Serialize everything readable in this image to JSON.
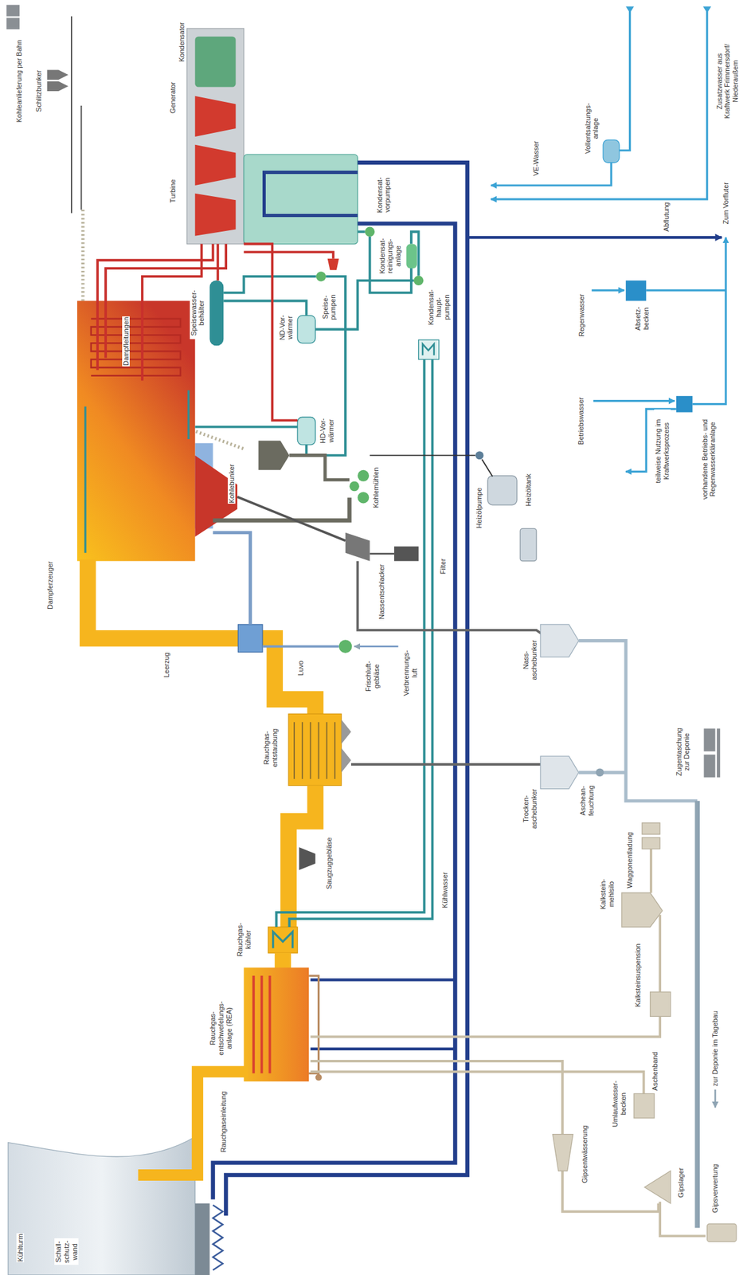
{
  "diagram": {
    "labels": [
      "Kohleanlieferung per Bahn",
      "Schlitzbunker",
      "Generator",
      "Kondensator",
      "Turbine",
      "Dampfleitungen",
      "Speisewasser-behälter",
      "Kohlebunker",
      "ND-Vor-wärmer",
      "HD-Vor-wärmer",
      "Speise-pumpen",
      "Kondensat-reinigungs-anlage",
      "Kondensat-vorpumpen",
      "Kondensat-haupt-pumpen",
      "Kohlemühlen",
      "Heizölpumpe",
      "Heizöltank",
      "Dampferzeuger",
      "Nassentschlacker",
      "Filter",
      "Leerzug",
      "Luvo",
      "Frischluft-gebläse",
      "Verbrennungs-luft",
      "Nass-aschebunker",
      "Rauchgas-entstaubung",
      "Trocken-aschebunker",
      "Aschean-feuchtung",
      "Zugentaschung zur Deponie",
      "Saugzuggebläse",
      "Waggonentladung",
      "Kalkstein-mehlsilo",
      "Kühlwasser",
      "Rauchgas-kühler",
      "Rauchgas-entschwefelungs-anlage (REA)",
      "Kalksteinsuspension",
      "Aschenband",
      "Umlaufwasser-becken",
      "Gipsentwässerung",
      "Gipslager",
      "Gipsverwertung",
      "zur Deponie im Tagebau",
      "Rauchgaseinleitung",
      "Kühlturm",
      "Schall-schutz-wand",
      "Zusatzwasser aus Kraftwerk Frimmersdorf/ Niederaußem",
      "Vollentsalzungs-anlage",
      "VE-Wasser",
      "Abflutung",
      "Zum Vorfluter",
      "Regenwasser",
      "Absetz-becken",
      "Betriebswasser",
      "teilweise Nutzung im Kraftwerksprozess",
      "vorhandene Betriebs- und Regenwasserkläranlage"
    ]
  }
}
